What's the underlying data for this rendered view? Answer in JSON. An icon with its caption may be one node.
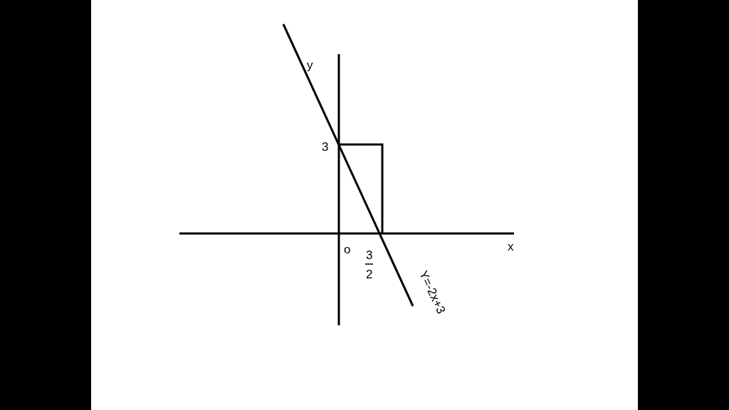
{
  "diagram": {
    "labels": [
      "y",
      "3",
      "o",
      "3",
      "2",
      "x",
      "Y=-2x+3"
    ]
  }
}
